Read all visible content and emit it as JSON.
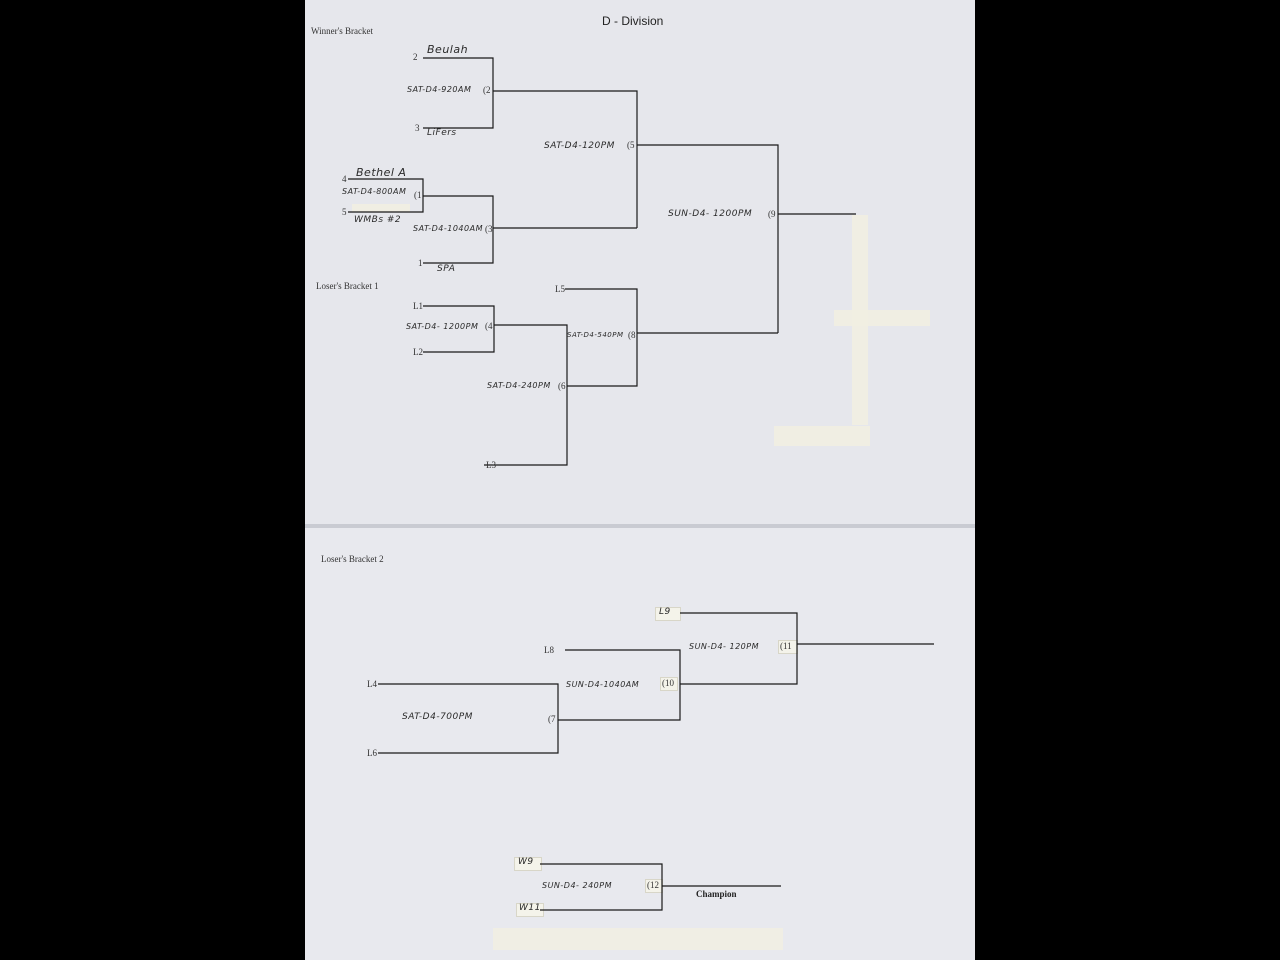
{
  "title": "D - Division",
  "sections": {
    "winners": "Winner's Bracket",
    "losers1": "Loser's Bracket 1",
    "losers2": "Loser's Bracket 2"
  },
  "seeds": [
    "2",
    "3",
    "4",
    "5",
    "1"
  ],
  "teams": {
    "beulah": "Beulah",
    "lifers": "LiFers",
    "bethel": "Bethel A",
    "wmbs": "WMBs #2",
    "spa": "SPA"
  },
  "games": {
    "g1": {
      "time": "SAT-D4-800AM",
      "num": "(1"
    },
    "g2": {
      "time": "SAT-D4-920AM",
      "num": "(2"
    },
    "g3": {
      "time": "SAT-D4-1040AM",
      "num": "(3"
    },
    "g4": {
      "time": "SAT-D4- 1200PM",
      "num": "(4"
    },
    "g5": {
      "time": "SAT-D4-120PM",
      "num": "(5"
    },
    "g6": {
      "time": "SAT-D4-240PM",
      "num": "(6"
    },
    "g7": {
      "time": "SAT-D4-700PM",
      "num": "(7"
    },
    "g8": {
      "time": "SAT-D4-540PM",
      "num": "(8"
    },
    "g9": {
      "time": "SUN-D4- 1200PM",
      "num": "(9"
    },
    "g10": {
      "time": "SUN-D4-1040AM",
      "num": "(10"
    },
    "g11": {
      "time": "SUN-D4- 120PM",
      "num": "(11"
    },
    "g12": {
      "time": "SUN-D4- 240PM",
      "num": "(12"
    }
  },
  "feeds": {
    "L1": "L1",
    "L2": "L2",
    "L3": "L3",
    "L4": "L4",
    "L5": "L5",
    "L6": "L6",
    "L8": "L8",
    "L9": "L9",
    "W9": "W9",
    "W11": "W11"
  },
  "champion": "Champion"
}
